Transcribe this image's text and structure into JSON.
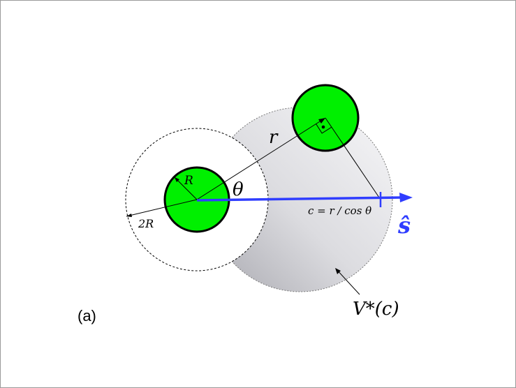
{
  "panel_label": "(a)",
  "labels": {
    "radius_R": "R",
    "radius_2R": "2R",
    "distance_r": "r",
    "angle_theta": "θ",
    "c_formula": "c = r / cos θ",
    "direction_s": "ŝ",
    "region_V": "V*(c)"
  },
  "colors": {
    "sphere_fill": "#00f000",
    "sphere_stroke": "#000000",
    "axis_blue": "#2f3dff",
    "shade_light": "#f1f1f3",
    "shade_dark": "#b4b4ba",
    "frame": "#9a9a9a"
  }
}
